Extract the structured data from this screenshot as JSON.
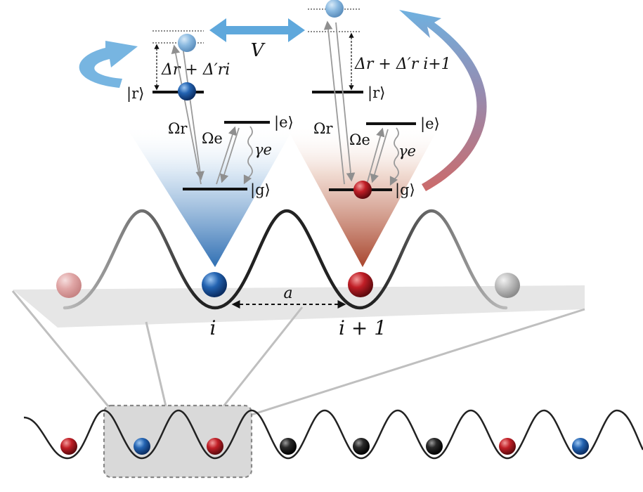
{
  "labels": {
    "ket_r": "|r⟩",
    "ket_e": "|e⟩",
    "ket_g": "|g⟩",
    "omega_r": "Ωr",
    "omega_e": "Ωe",
    "gamma_e": "γe",
    "interaction_V": "V",
    "detuning_i": "Δr + Δ′ri",
    "detuning_i1": "Δr + Δ′r i+1",
    "spacing_a": "a",
    "site_i": "i",
    "site_i1": "i + 1"
  },
  "colors": {
    "blue_atom": "#1f5aa6",
    "red_atom": "#b81c22",
    "black_atom": "#1a1a1a",
    "arrow_blue": "#5fa8dc",
    "cone_blue": "#2f6fb3",
    "cone_red": "#a8452d",
    "level_line": "#111111",
    "transition_gray": "#9a9a9a"
  },
  "bottom_lattice": {
    "atoms": [
      "red",
      "blue",
      "red",
      "black",
      "black",
      "black",
      "red",
      "blue"
    ],
    "highlighted_sites": [
      1,
      2
    ]
  },
  "icons": {
    "exchange_arrow": "double-headed-arrow",
    "feedback_arrow_left": "curved-arrow",
    "feedback_arrow_right": "curved-arrow"
  }
}
